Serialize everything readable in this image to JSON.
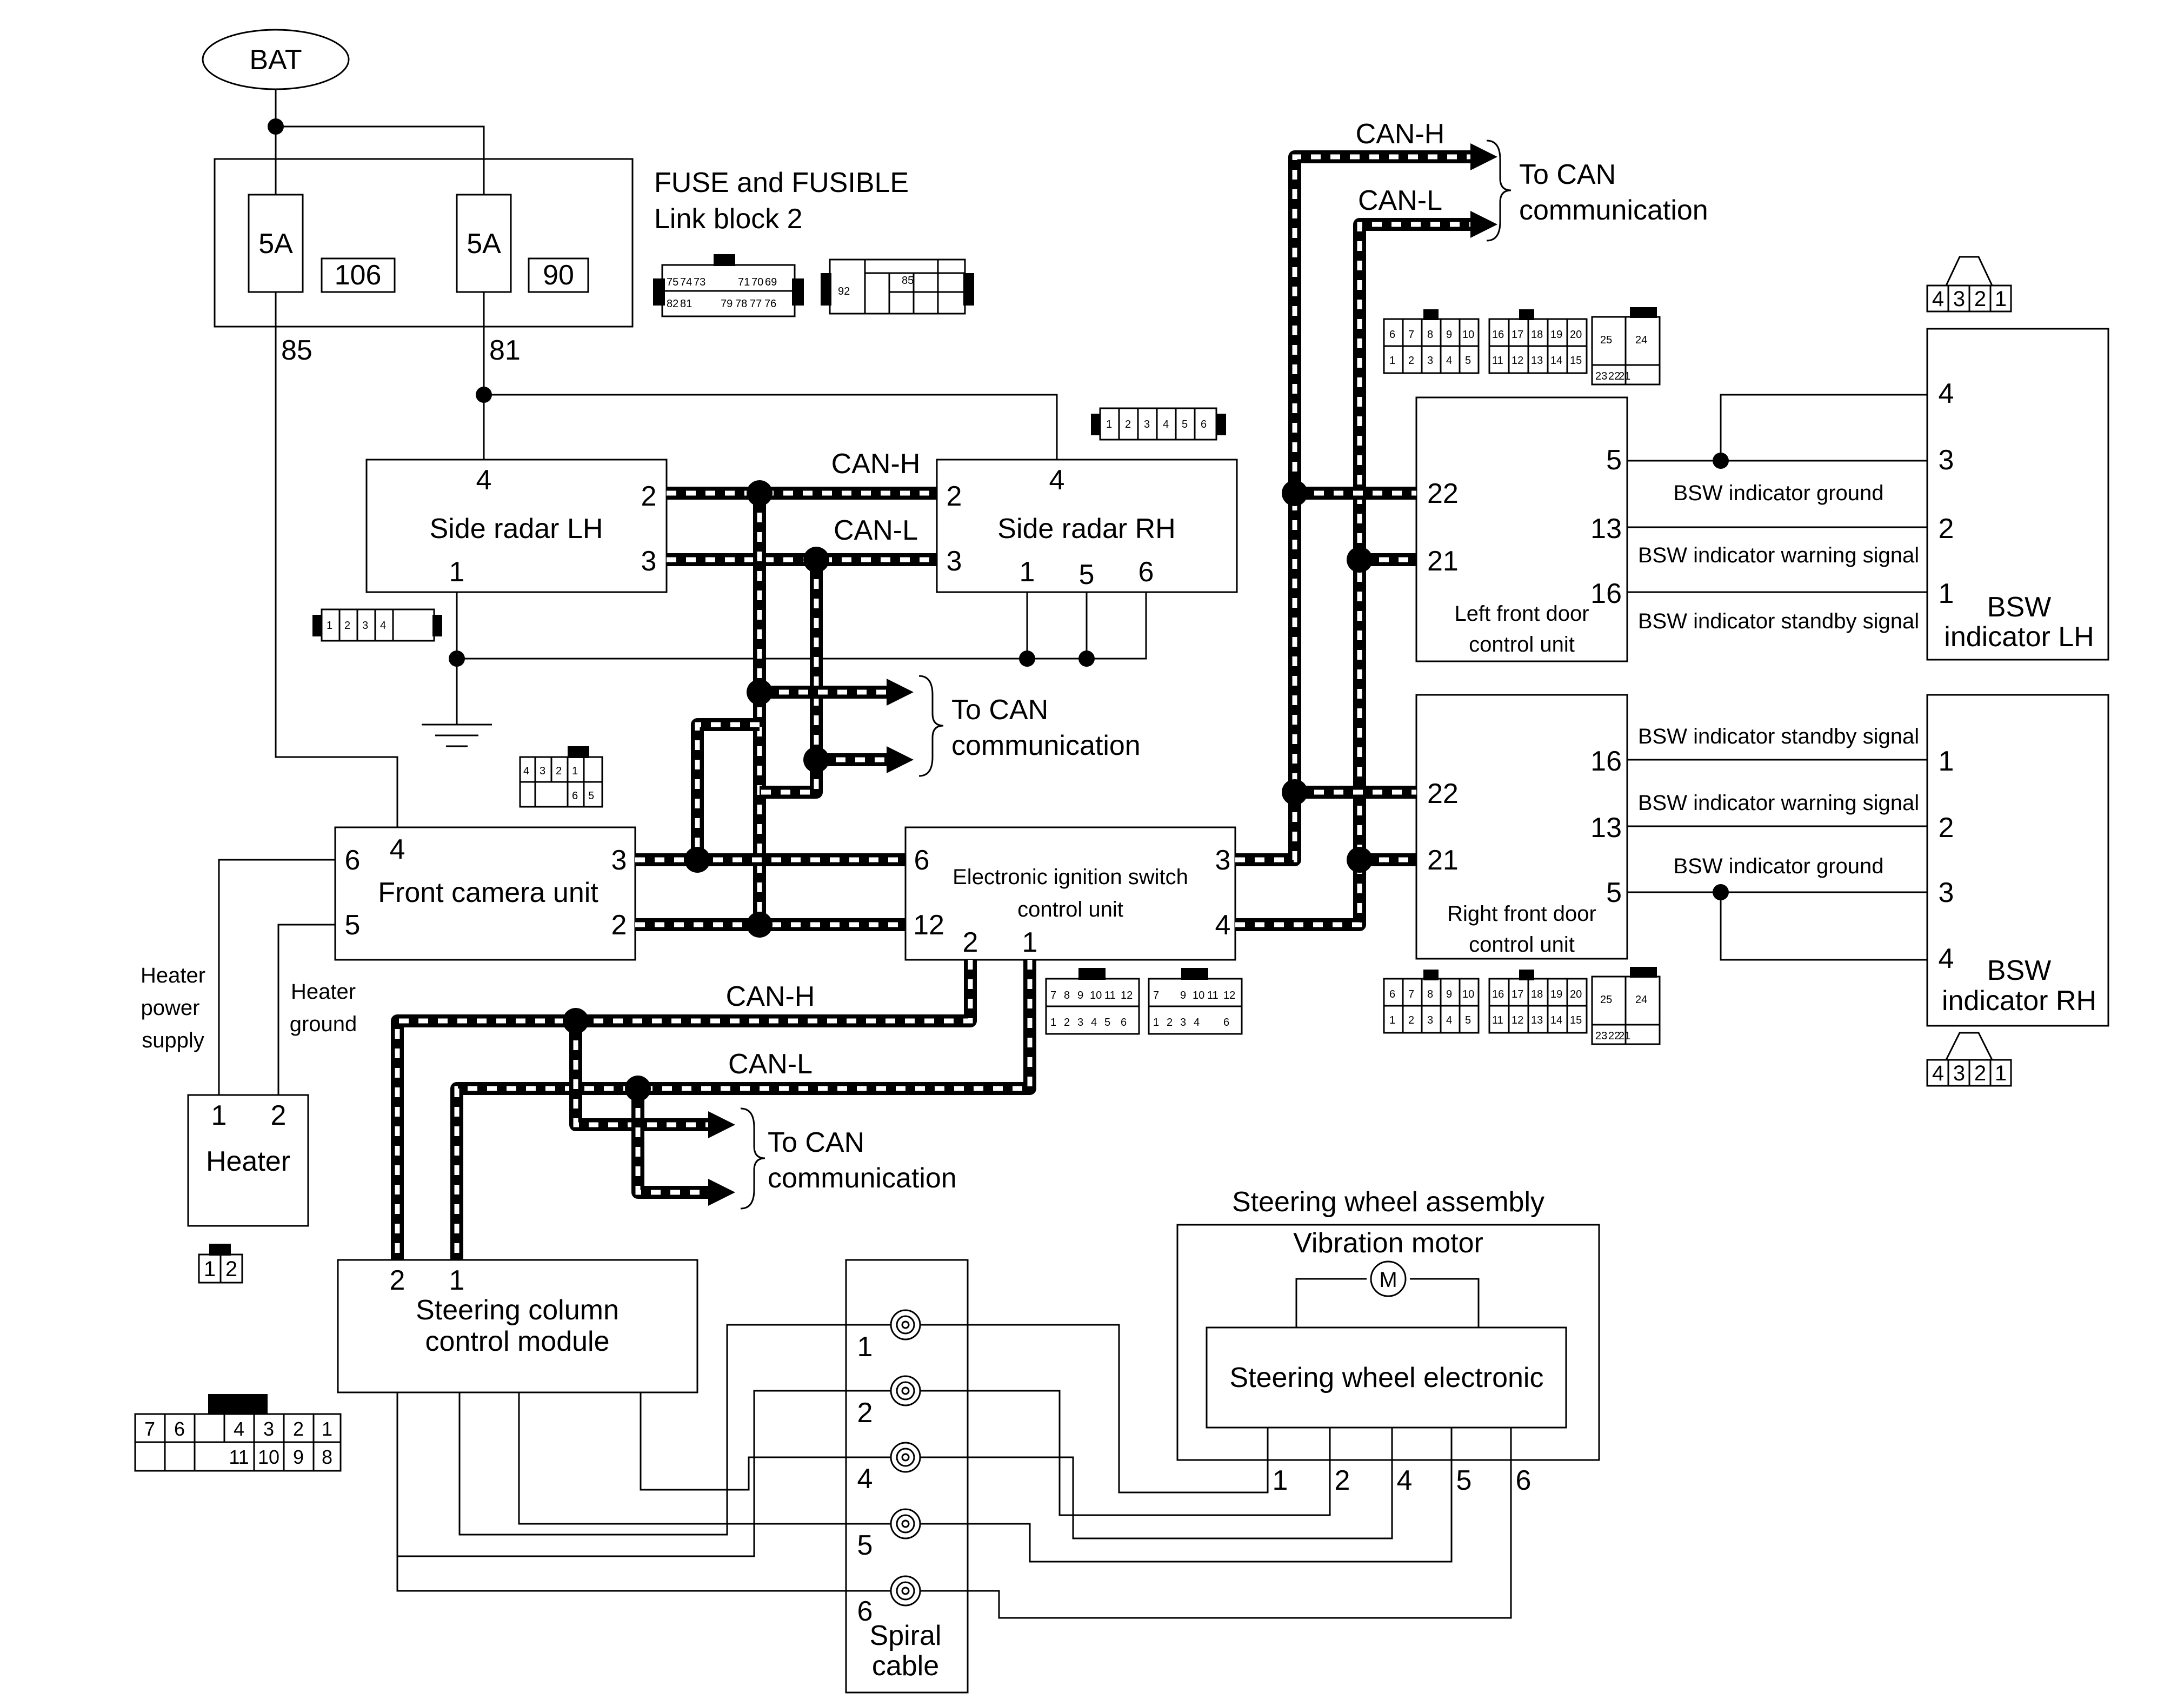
{
  "power": {
    "bat": "BAT"
  },
  "fuse_block": {
    "title_line1": "FUSE and FUSIBLE",
    "title_line2": "Link block 2",
    "fuses": [
      {
        "rating": "5A",
        "number": "106",
        "pin_out": "85"
      },
      {
        "rating": "5A",
        "number": "90",
        "pin_out": "81"
      }
    ],
    "connector_a": [
      "75",
      "74",
      "73",
      "71",
      "70",
      "69",
      "82",
      "81",
      "79",
      "78",
      "77",
      "76"
    ],
    "connector_b": [
      "92",
      "85"
    ]
  },
  "side_radar_lh": {
    "name": "Side radar LH",
    "pins": [
      "4",
      "2",
      "3",
      "1"
    ]
  },
  "side_radar_rh": {
    "name": "Side radar RH",
    "pins": [
      "4",
      "2",
      "3",
      "1",
      "5",
      "6"
    ]
  },
  "front_camera": {
    "name": "Front camera unit",
    "pins": [
      "6",
      "4",
      "5",
      "3",
      "2"
    ]
  },
  "eis": {
    "name_line1": "Electronic ignition switch",
    "name_line2": "control unit",
    "pins": [
      "6",
      "12",
      "3",
      "4",
      "2",
      "1"
    ]
  },
  "heater": {
    "name": "Heater",
    "pins": [
      "1",
      "2"
    ],
    "power_label": [
      "Heater",
      "power",
      "supply"
    ],
    "ground_label": [
      "Heater",
      "ground"
    ]
  },
  "steering_column": {
    "name_line1": "Steering column",
    "name_line2": "control module",
    "pins": [
      "2",
      "1"
    ]
  },
  "spiral_cable": {
    "name_line1": "Spiral",
    "name_line2": "cable",
    "pins": [
      "1",
      "2",
      "4",
      "5",
      "6"
    ]
  },
  "steering_wheel": {
    "assembly": "Steering wheel assembly",
    "motor": "Vibration motor",
    "motor_symbol": "M",
    "electronic": "Steering wheel electronic",
    "pins": [
      "1",
      "2",
      "4",
      "5",
      "6"
    ]
  },
  "left_door": {
    "name_line1": "Left front door",
    "name_line2": "control unit",
    "pins": [
      "22",
      "21",
      "5",
      "13",
      "16"
    ]
  },
  "right_door": {
    "name_line1": "Right front door",
    "name_line2": "control unit",
    "pins": [
      "22",
      "21",
      "16",
      "13",
      "5"
    ]
  },
  "bsw_lh": {
    "name_line1": "BSW",
    "name_line2": "indicator LH",
    "pins": [
      "4",
      "3",
      "2",
      "1"
    ],
    "signals": [
      "BSW indicator ground",
      "BSW indicator warning signal",
      "BSW indicator standby signal"
    ]
  },
  "bsw_rh": {
    "name_line1": "BSW",
    "name_line2": "indicator RH",
    "pins": [
      "1",
      "2",
      "3",
      "4"
    ],
    "signals": [
      "BSW indicator standby signal",
      "BSW indicator warning signal",
      "BSW indicator ground"
    ]
  },
  "can": {
    "h": "CAN-H",
    "l": "CAN-L",
    "to_line1": "To CAN",
    "to_line2": "communication"
  },
  "connectors": {
    "radar_rh": [
      "1",
      "2",
      "3",
      "4",
      "5",
      "6"
    ],
    "radar_lh": [
      "1",
      "2",
      "3",
      "4"
    ],
    "camera": [
      "4",
      "3",
      "2",
      "1",
      "6",
      "5"
    ],
    "heater": [
      "1",
      "2"
    ],
    "bsw": [
      "4",
      "3",
      "2",
      "1"
    ],
    "door_a": [
      "6",
      "7",
      "8",
      "9",
      "10",
      "1",
      "2",
      "3",
      "4",
      "5"
    ],
    "door_b": [
      "16",
      "17",
      "18",
      "19",
      "20",
      "11",
      "12",
      "13",
      "14",
      "15"
    ],
    "door_c": [
      "25",
      "24",
      "23",
      "22",
      "21"
    ],
    "eis_a": [
      "7",
      "8",
      "9",
      "10",
      "11",
      "12",
      "1",
      "2",
      "3",
      "4",
      "5",
      "6"
    ],
    "eis_b": [
      "7",
      "9",
      "10",
      "11",
      "12",
      "1",
      "2",
      "3",
      "4",
      "6"
    ],
    "scm": [
      "7",
      "6",
      "4",
      "3",
      "2",
      "1",
      "11",
      "10",
      "9",
      "8"
    ]
  }
}
